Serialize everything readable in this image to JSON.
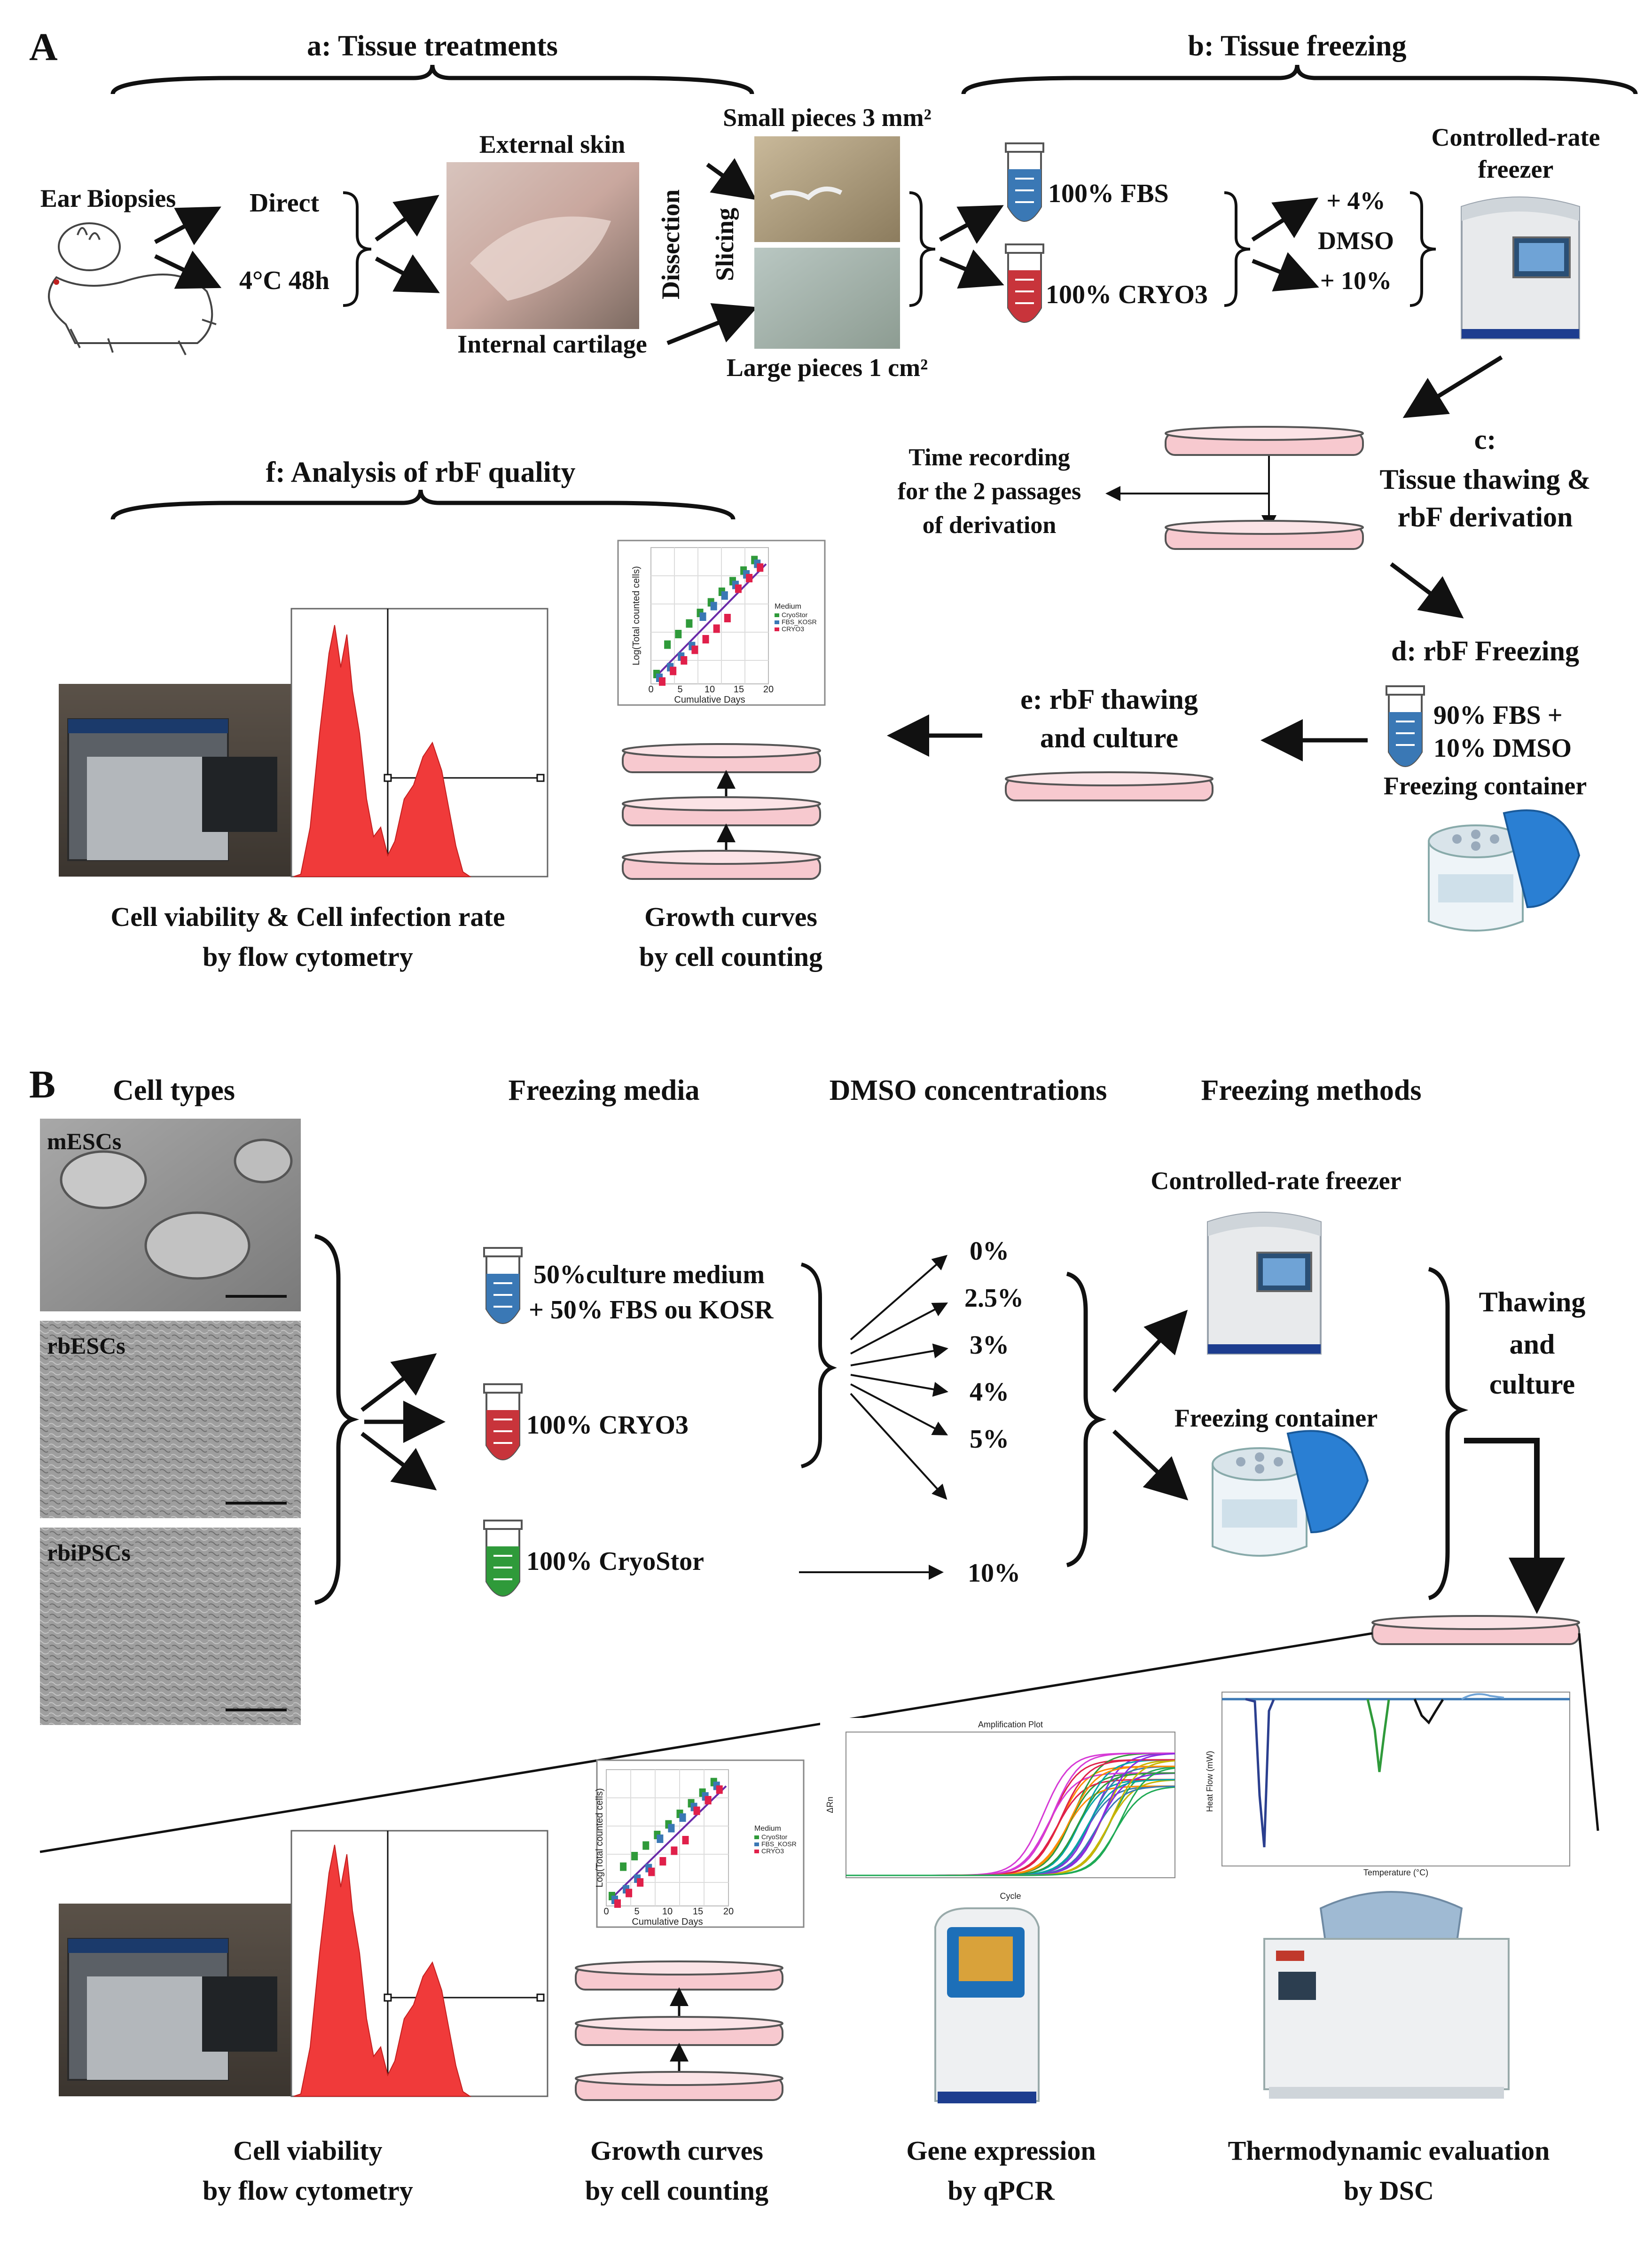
{
  "panelA": {
    "label": "A",
    "sections": {
      "a": "a: Tissue treatments",
      "b": "b: Tissue freezing",
      "c1": "c:",
      "c2": "Tissue thawing &",
      "c3": "rbF derivation",
      "d": "d: rbF Freezing",
      "e1": "e: rbF thawing",
      "e2": "and culture",
      "f": "f: Analysis of rbF quality"
    },
    "ear_biopsies": "Ear Biopsies",
    "direct": "Direct",
    "cold": "4°C 48h",
    "external_skin": "External skin",
    "internal_cartilage": "Internal cartilage",
    "dissection": "Dissection",
    "slicing": "Slicing",
    "small_pieces": "Small pieces 3 mm²",
    "large_pieces": "Large pieces 1 cm²",
    "fbs": "100% FBS",
    "cryo3": "100% CRYO3",
    "dmso4": "+ 4%",
    "dmso_label": "DMSO",
    "dmso10": "+ 10%",
    "crf1": "Controlled-rate",
    "crf2": "freezer",
    "time1": "Time recording",
    "time2": "for the 2 passages",
    "time3": "of derivation",
    "rbf_medium1": "90% FBS +",
    "rbf_medium2": "10% DMSO",
    "freezing_container": "Freezing container",
    "viability1": "Cell viability & Cell infection rate",
    "viability2": "by flow cytometry",
    "growth1": "Growth curves",
    "growth2": "by cell counting"
  },
  "panelB": {
    "label": "B",
    "headers": {
      "cell_types": "Cell types",
      "freezing_media": "Freezing media",
      "dmso": "DMSO concentrations",
      "methods": "Freezing methods"
    },
    "cells": [
      "mESCs",
      "rbESCs",
      "rbiPSCs"
    ],
    "media1a": "50%culture medium",
    "media1b": "+ 50% FBS ou KOSR",
    "media2": "100% CRYO3",
    "media3": "100% CryoStor",
    "concentrations": [
      "0%",
      "2.5%",
      "3%",
      "4%",
      "5%",
      "10%"
    ],
    "crf": "Controlled-rate freezer",
    "container": "Freezing container",
    "thaw1": "Thawing",
    "thaw2": "and",
    "thaw3": "culture",
    "out1a": "Cell viability",
    "out1b": "by flow cytometry",
    "out2a": "Growth curves",
    "out2b": "by cell counting",
    "out3a": "Gene expression",
    "out3b": "by qPCR",
    "out4a": "Thermodynamic evaluation",
    "out4b": "by DSC"
  },
  "mini_chart": {
    "xlabel": "Cumulative Days",
    "ylabel": "Log(Total counted cells)",
    "xticks": [
      "0",
      "5",
      "10",
      "15",
      "20"
    ],
    "legend_title": "Medium",
    "legend": [
      "CryoStor",
      "FBS_KOSR",
      "CRYO3"
    ]
  },
  "qpcr": {
    "title": "Amplification Plot",
    "xlabel": "Cycle",
    "ylabel": "ΔRn"
  },
  "dsc": {
    "xlabel": "Temperature (°C)",
    "ylabel": "Heat Flow (mW)"
  },
  "colors": {
    "dish": "#f7c9cf",
    "tube_blue": "#3a78b5",
    "tube_red": "#c8343b",
    "tube_green": "#2f9a3a",
    "flow_red": "#f03a3a",
    "lid_blue": "#2a7fd3"
  }
}
